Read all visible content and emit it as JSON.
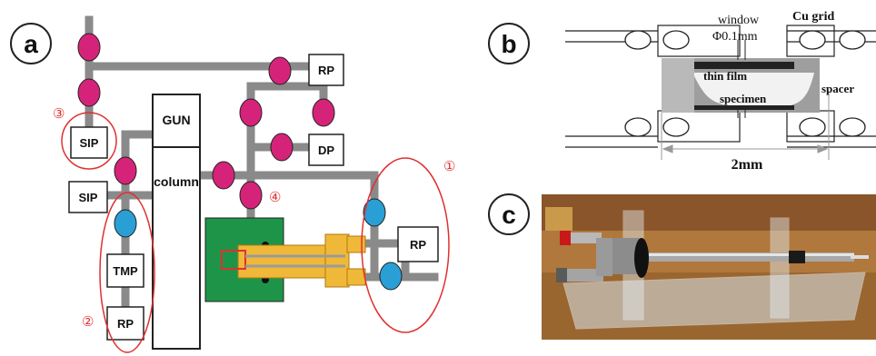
{
  "panel_a": {
    "label": "a",
    "blocks": {
      "gun": "GUN",
      "column": "column",
      "rp_top": "RP",
      "dp": "DP",
      "sip_upper": "SIP",
      "sip_lower": "SIP",
      "tmp": "TMP",
      "rp_bottom": "RP",
      "rp_right": "RP"
    },
    "markers": [
      "①",
      "②",
      "③",
      "④"
    ]
  },
  "panel_b": {
    "label": "b",
    "window": "window",
    "aperture": "Φ0.1mm",
    "cu_grid": "Cu grid",
    "thin_film": "thin film",
    "specimen": "specimen",
    "spacer": "spacer",
    "dimension": "2mm"
  },
  "panel_c": {
    "label": "c"
  },
  "colors": {
    "pipe": "#8a8a8a",
    "valve_magenta": "#d6237a",
    "valve_blue": "#2a9fd6",
    "circle_red": "#e03030",
    "stage_green": "#1e9448",
    "holder_orange": "#f0b838"
  }
}
